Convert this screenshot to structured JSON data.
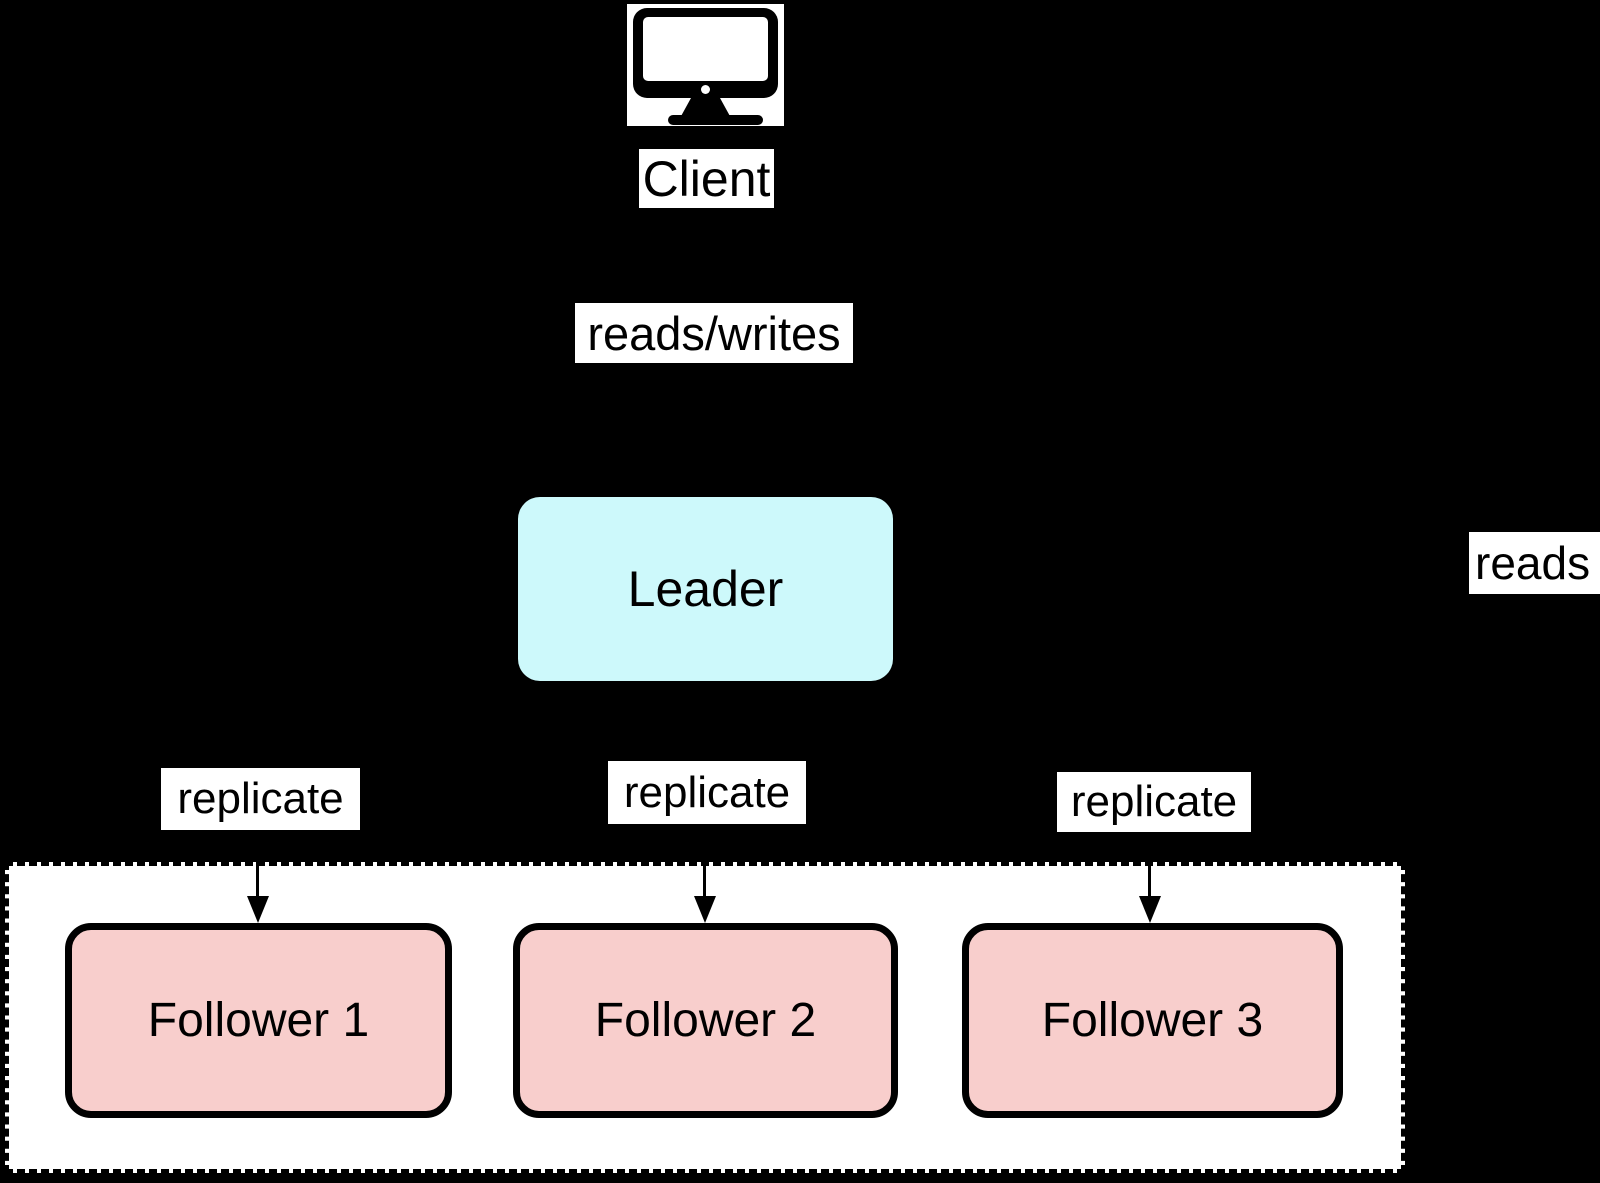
{
  "colors": {
    "background": "#000000",
    "label_background": "#ffffff",
    "leader_fill": "#cdf9fb",
    "follower_fill": "#f8cecc",
    "line": "#000000"
  },
  "client": {
    "icon": "monitor-icon",
    "label": "Client"
  },
  "edges": {
    "client_to_leader": {
      "label": "reads/writes"
    },
    "leader_reads": {
      "label": "reads"
    },
    "replicate": [
      {
        "label": "replicate"
      },
      {
        "label": "replicate"
      },
      {
        "label": "replicate"
      }
    ]
  },
  "leader": {
    "label": "Leader"
  },
  "follower_group": {
    "items": [
      {
        "label": "Follower 1"
      },
      {
        "label": "Follower 2"
      },
      {
        "label": "Follower 3"
      }
    ]
  }
}
